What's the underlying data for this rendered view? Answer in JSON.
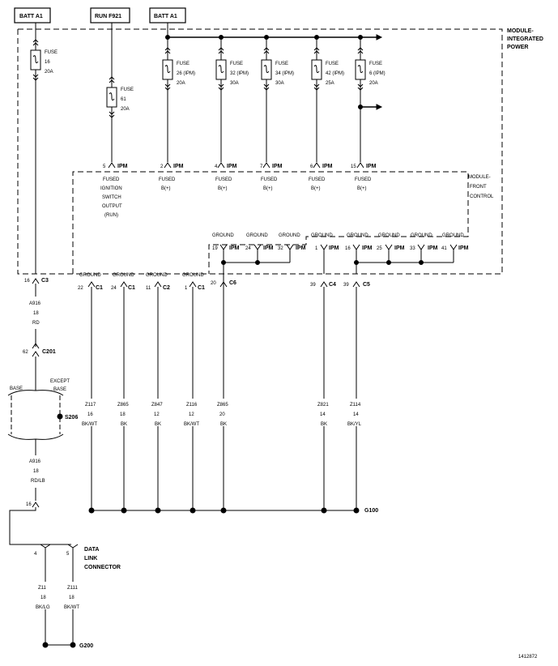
{
  "sources": {
    "batt_left": "BATT A1",
    "run": "RUN F921",
    "batt_right": "BATT A1"
  },
  "module_tipm": {
    "l1": "MODULE-",
    "l2": "INTEGRATED",
    "l3": "POWER"
  },
  "module_fc": {
    "l1": "MODULE-",
    "l2": "FRONT",
    "l3": "CONTROL"
  },
  "fuses": [
    {
      "l1": "FUSE",
      "l2": "16",
      "l3": "20A"
    },
    {
      "l1": "FUSE",
      "l2": "61",
      "l3": "20A"
    },
    {
      "l1": "FUSE",
      "l2": "26 (IPM)",
      "l3": "20A"
    },
    {
      "l1": "FUSE",
      "l2": "32 (IPM)",
      "l3": "30A"
    },
    {
      "l1": "FUSE",
      "l2": "34 (IPM)",
      "l3": "30A"
    },
    {
      "l1": "FUSE",
      "l2": "42 (IPM)",
      "l3": "25A"
    },
    {
      "l1": "FUSE",
      "l2": "6 (IPM)",
      "l3": "20A"
    }
  ],
  "ipm_pins": [
    "5",
    "2",
    "4",
    "7",
    "6",
    "15"
  ],
  "ipm_tag": "IPM",
  "outputs": [
    {
      "l1": "FUSED",
      "l2": "IGNITION",
      "l3": "SWITCH",
      "l4": "OUTPUT",
      "l5": "(RUN)"
    },
    {
      "l1": "FUSED",
      "l2": "B(+)"
    },
    {
      "l1": "FUSED",
      "l2": "B(+)"
    },
    {
      "l1": "FUSED",
      "l2": "B(+)"
    },
    {
      "l1": "FUSED",
      "l2": "B(+)"
    },
    {
      "l1": "FUSED",
      "l2": "B(+)"
    }
  ],
  "ground_label": "GROUND",
  "ground_pins": [
    "19",
    "24",
    "32",
    "1",
    "16",
    "25",
    "33",
    "41"
  ],
  "fc_pins": [
    {
      "pin": "22",
      "conn": "C1"
    },
    {
      "pin": "24",
      "conn": "C1"
    },
    {
      "pin": "11",
      "conn": "C2"
    },
    {
      "pin": "1",
      "conn": "C1"
    },
    {
      "pin": "20",
      "conn": "C6"
    },
    {
      "pin": "39",
      "conn": "C4"
    },
    {
      "pin": "39",
      "conn": "C5"
    }
  ],
  "c3": {
    "pin": "16",
    "conn": "C3"
  },
  "c201": {
    "pin": "62",
    "conn": "C201"
  },
  "wire_a916_top": {
    "l1": "A916",
    "l2": "18",
    "l3": "RD"
  },
  "variant": {
    "base": "BASE",
    "except1": "EXCEPT",
    "except2": "BASE"
  },
  "splice": "S206",
  "wire_a916_bot": {
    "l1": "A916",
    "l2": "18",
    "l3": "RD/LB"
  },
  "dlc_top_pin": "16",
  "ground_wires": [
    {
      "l1": "Z117",
      "l2": "16",
      "l3": "BK/WT"
    },
    {
      "l1": "Z865",
      "l2": "18",
      "l3": "BK"
    },
    {
      "l1": "Z847",
      "l2": "12",
      "l3": "BK"
    },
    {
      "l1": "Z116",
      "l2": "12",
      "l3": "BK/WT"
    },
    {
      "l1": "Z865",
      "l2": "20",
      "l3": "BK"
    },
    {
      "l1": "Z821",
      "l2": "14",
      "l3": "BK"
    },
    {
      "l1": "Z114",
      "l2": "14",
      "l3": "BK/YL"
    }
  ],
  "g100": "G100",
  "dlc": {
    "l1": "DATA",
    "l2": "LINK",
    "l3": "CONNECTOR",
    "pin_a": "4",
    "pin_b": "5"
  },
  "dlc_wires": [
    {
      "l1": "Z11",
      "l2": "18",
      "l3": "BK/LG"
    },
    {
      "l1": "Z111",
      "l2": "18",
      "l3": "BK/WT"
    }
  ],
  "g200": "G200",
  "ref": "1412872"
}
